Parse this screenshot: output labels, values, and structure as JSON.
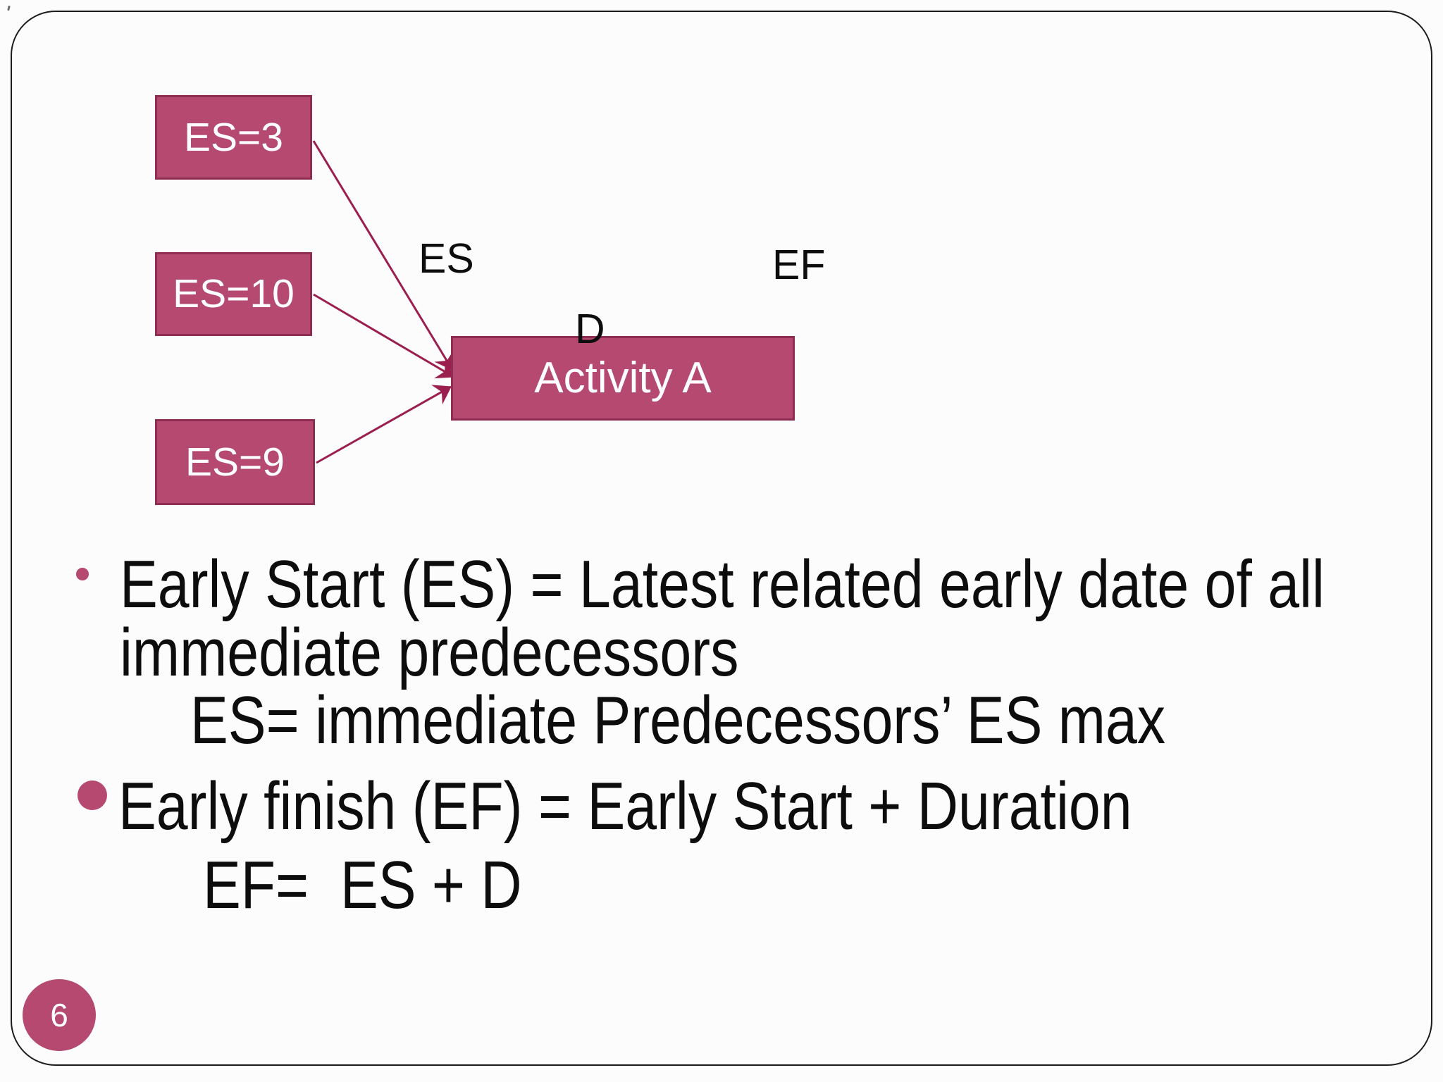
{
  "slide": {
    "page_number": "6",
    "diagram": {
      "boxes": [
        {
          "label": "ES=3"
        },
        {
          "label": "ES=10"
        },
        {
          "label": "ES=9"
        }
      ],
      "activity_label": "Activity A",
      "es_label": "ES",
      "ef_label": "EF",
      "d_label": "D"
    },
    "text": {
      "bullet1_line1": "Early Start (ES) = Latest related early date of all",
      "bullet1_line2": "immediate predecessors",
      "bullet1_sub": "ES= immediate Predecessors’ ES max",
      "bullet2": "Early finish (EF) = Early Start + Duration",
      "bullet2_sub": "EF=  ES + D"
    },
    "colors": {
      "box_fill": "#b5496f",
      "box_border": "#8e2c52",
      "arrow": "#9b1f4e",
      "accent": "#b5496f",
      "text": "#0d0d0d",
      "frame": "#1c1c1c"
    }
  }
}
